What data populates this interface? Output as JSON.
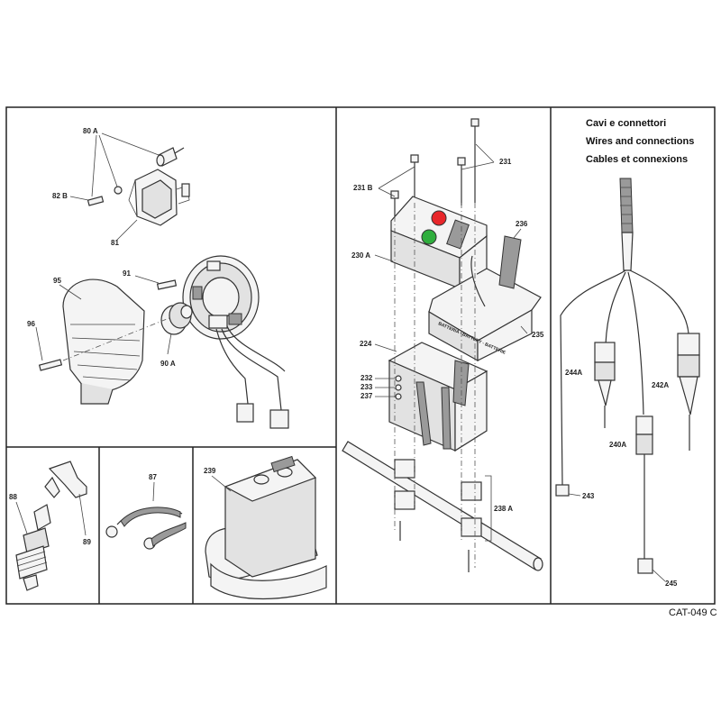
{
  "header": {
    "line1": "Cavi e connettori",
    "line2": "Wires and connections",
    "line3": "Cables et connexions"
  },
  "code": "CAT-049 C",
  "labels": {
    "p80a": "80 A",
    "p82b": "82 B",
    "p81": "81",
    "p91": "91",
    "p95": "95",
    "p96": "96",
    "p90a": "90 A",
    "p88": "88",
    "p89": "89",
    "p87": "87",
    "p239": "239",
    "p231b": "231 B",
    "p231": "231",
    "p230a": "230 A",
    "p236": "236",
    "p235": "235",
    "p224": "224",
    "p232": "232",
    "p233": "233",
    "p237": "237",
    "p238a": "238 A",
    "p244a": "244A",
    "p242a": "242A",
    "p240a": "240A",
    "p243": "243",
    "p245": "245",
    "battery_text": "BATTERIA - BATTERY - BATTERIE"
  },
  "colors": {
    "red_button": "#e8262a",
    "green_button": "#2fae3d"
  }
}
